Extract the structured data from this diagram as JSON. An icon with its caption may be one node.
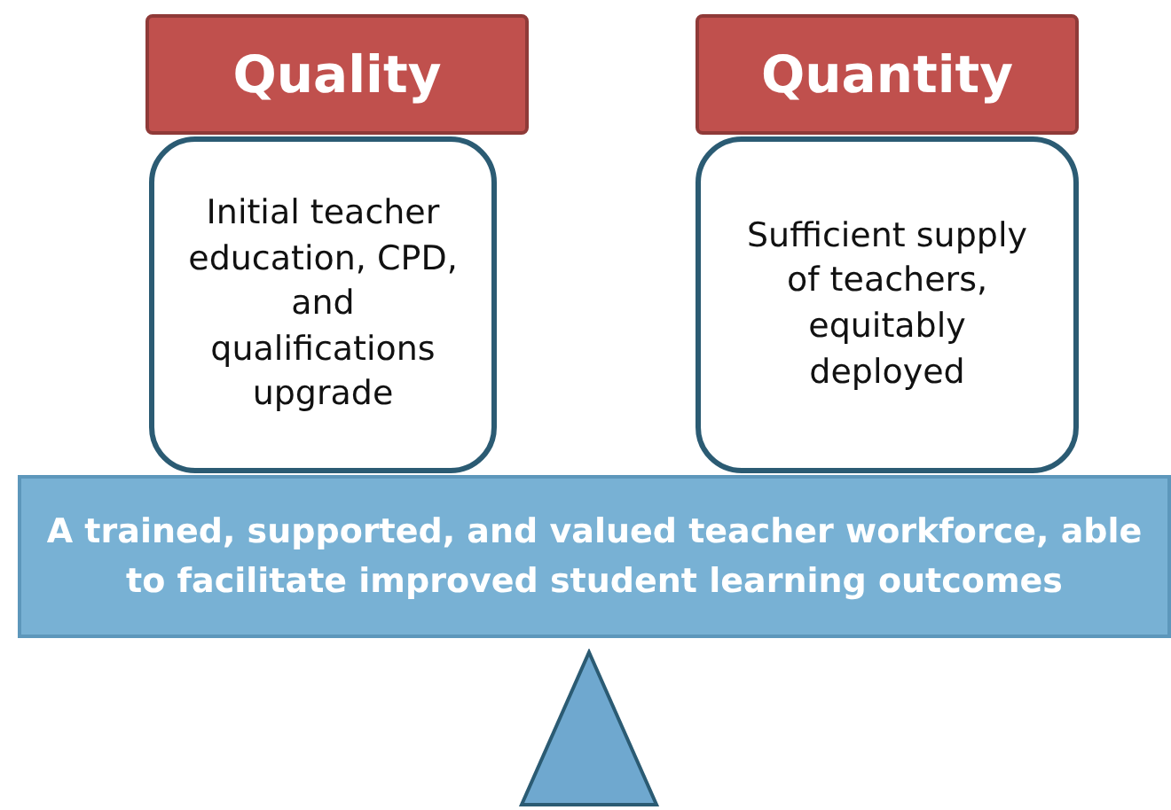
{
  "diagram": {
    "nodes": [
      {
        "text": [
          "Quality"
        ]
      },
      {
        "text": [
          "Initial teacher education, CPD, and qualifications upgrade"
        ]
      },
      {
        "text": [
          "Quantity"
        ]
      },
      {
        "text": [
          "Sufficient supply of teachers, equitably deployed"
        ]
      },
      {
        "text": [
          "A trained, supported, and valued teacher workforce, able to facilitate improved student learning outcomes"
        ]
      },
      {
        "text": [],
        "shape": "triangle"
      }
    ],
    "edges": []
  }
}
